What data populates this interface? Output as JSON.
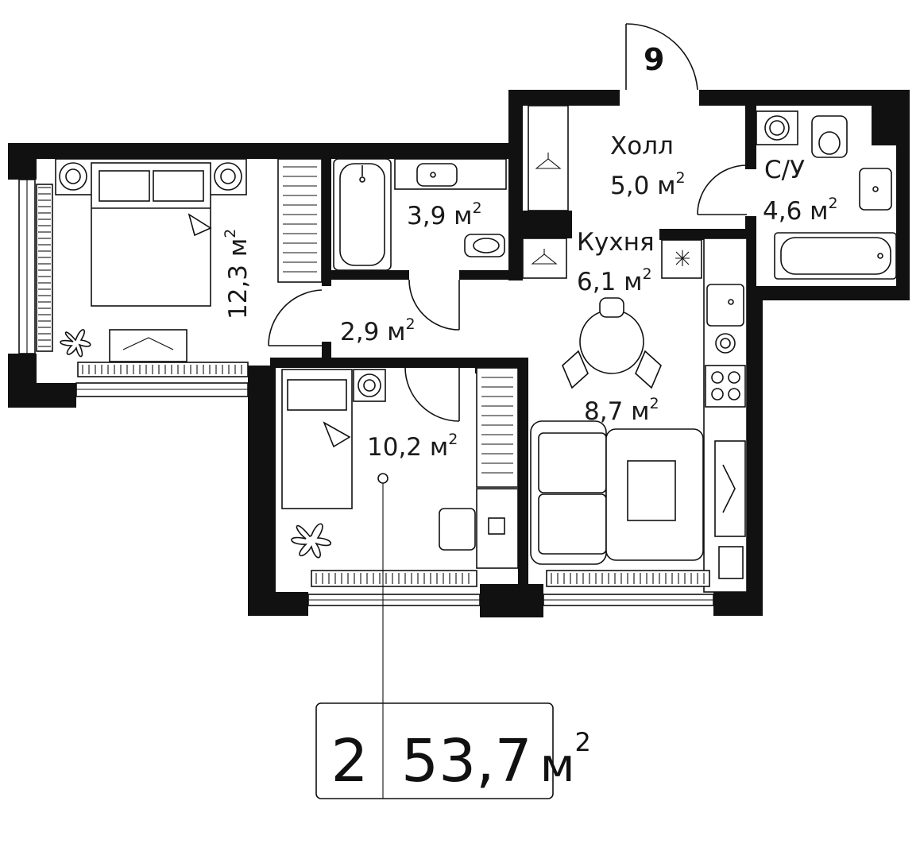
{
  "apartment": {
    "number": "9",
    "rooms": "2",
    "total_area_value": "53,7",
    "total_area_unit": "м",
    "total_area_exp": "2"
  },
  "rooms": [
    {
      "id": "hall",
      "name": "Холл",
      "area": "5,0 м",
      "exp": "2"
    },
    {
      "id": "bathroom",
      "name": "С/У",
      "area": "4,6 м",
      "exp": "2"
    },
    {
      "id": "kitchen",
      "name": "Кухня",
      "area": "6,1 м",
      "exp": "2"
    },
    {
      "id": "bath-small",
      "name": "",
      "area": "3,9 м",
      "exp": "2"
    },
    {
      "id": "bedroom-1",
      "name": "",
      "area": "12,3 м",
      "exp": "2"
    },
    {
      "id": "corridor",
      "name": "",
      "area": "2,9 м",
      "exp": "2"
    },
    {
      "id": "bedroom-2",
      "name": "",
      "area": "10,2 м",
      "exp": "2"
    },
    {
      "id": "living",
      "name": "",
      "area": "8,7 м",
      "exp": "2"
    }
  ],
  "colors": {
    "wall": "#111111",
    "background": "#ffffff"
  }
}
